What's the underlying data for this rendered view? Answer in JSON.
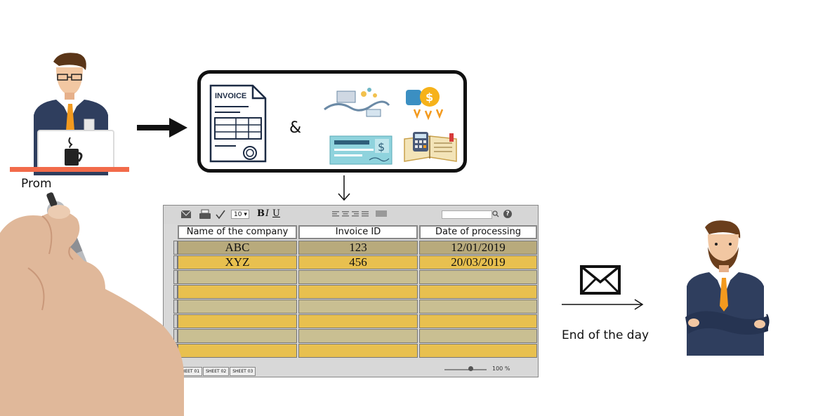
{
  "caption_left": "Prom",
  "ampersand": "&",
  "invoice_label": "INVOICE",
  "toolbar": {
    "font_size": "10",
    "bold": "B",
    "italic": "I",
    "underline": "U",
    "help": "?"
  },
  "table": {
    "headers": [
      "Name of the company",
      "Invoice ID",
      "Date of processing"
    ],
    "rows": [
      [
        "ABC",
        "123",
        "12/01/2019"
      ],
      [
        "XYZ",
        "456",
        "20/03/2019"
      ],
      [
        "",
        "",
        ""
      ],
      [
        "",
        "",
        ""
      ],
      [
        "",
        "",
        ""
      ],
      [
        "",
        "",
        ""
      ],
      [
        "",
        "",
        ""
      ],
      [
        "",
        "",
        ""
      ]
    ]
  },
  "sheet_tabs": [
    "SHEET 01",
    "SHEET 02",
    "SHEET 03"
  ],
  "zoom": "100 %",
  "caption_right": "End of the day",
  "colors": {
    "row_gold": "#e8c04f",
    "row_khaki": "#c9bf92",
    "desk_bar": "#f26b4a",
    "suit": "#2f3e5e",
    "tie": "#f39a1e"
  }
}
